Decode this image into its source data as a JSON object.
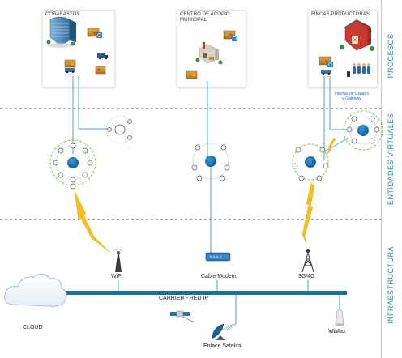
{
  "process_boxes": [
    {
      "id": "corabastos",
      "title": "CORABASTOS"
    },
    {
      "id": "centro",
      "title": "CENTRO DE ACOPIO\nMUNICIPAL"
    },
    {
      "id": "fincas",
      "title": "FINCAS PRODUCTORAS"
    }
  ],
  "side_labels": {
    "procesos": "PROCESOS",
    "entidades": "ENTIDADES VIRTUALES",
    "infraestructura": "INFRAESTRUCTURA"
  },
  "interface_note": "Interfaz de Usuario\ny Gateway",
  "network": {
    "wifi": "WiFi",
    "cable_modem": "Cable Modem",
    "cellular": "3G/4G",
    "carrier": "CARRIER - RED IP",
    "cloud": "CLOUD",
    "satellite": "Enlace Satelital",
    "wimax": "WiMax"
  },
  "colors": {
    "line": "#4aa3c8",
    "carrier": "#1a6f9a",
    "node": "#1a75b8",
    "ring": "#7dc242",
    "lightning": "#f2c21b",
    "divider": "#555555",
    "side_text": "#2a8d9c"
  }
}
